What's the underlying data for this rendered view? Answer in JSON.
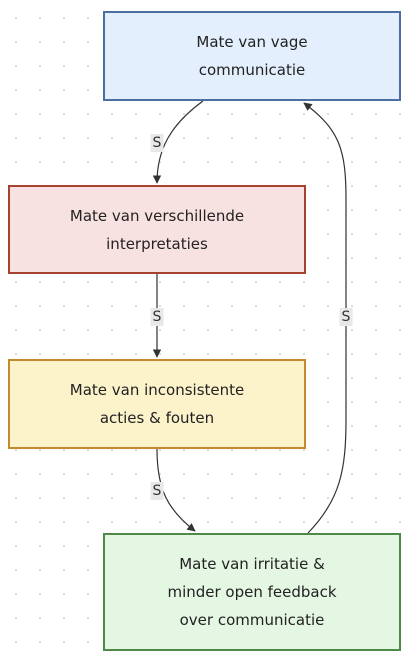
{
  "nodes": {
    "vage": {
      "label": "Mate van vage\ncommunicatie",
      "fill": "#e3effd",
      "border": "#4b6fa3"
    },
    "interpretaties": {
      "label": "Mate van verschillende\ninterpretaties",
      "fill": "#f8e2e1",
      "border": "#a4442f"
    },
    "acties": {
      "label": "Mate van inconsistente\nacties & fouten",
      "fill": "#fcf3cb",
      "border": "#c48a2c"
    },
    "irritatie": {
      "label": "Mate van irritatie &\nminder open feedback\nover communicatie",
      "fill": "#e4f7e2",
      "border": "#4e8a47"
    }
  },
  "edges": [
    {
      "from": "vage",
      "to": "interpretaties",
      "label": "S"
    },
    {
      "from": "interpretaties",
      "to": "acties",
      "label": "S"
    },
    {
      "from": "acties",
      "to": "irritatie",
      "label": "S"
    },
    {
      "from": "irritatie",
      "to": "vage",
      "label": "S"
    }
  ],
  "colors": {
    "edge": "#333333",
    "label_background": "#e8e8e8"
  }
}
